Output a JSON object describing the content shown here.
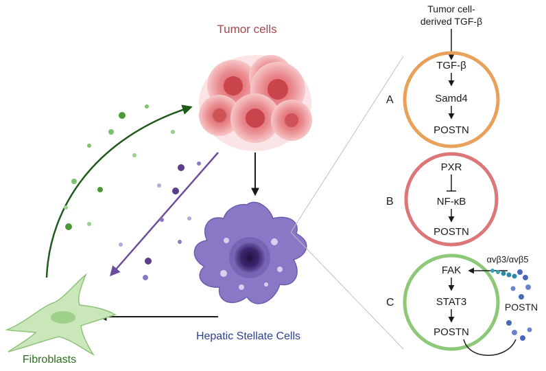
{
  "labels": {
    "tumor_cells": "Tumor cells",
    "hepatic_stellate_cells": "Hepatic Stellate Cells",
    "fibroblasts": "Fibroblasts",
    "tgf_source_line1": "Tumor cell-",
    "tgf_source_line2": "derived TGF-β"
  },
  "pathways": [
    {
      "letter": "A",
      "color": "#e8a05a",
      "nodes": [
        "TGF-β",
        "Samd4",
        "POSTN"
      ]
    },
    {
      "letter": "B",
      "color": "#dc7678",
      "nodes": [
        "PXR",
        "NF-κB",
        "POSTN"
      ]
    },
    {
      "letter": "C",
      "color": "#8cc878",
      "nodes": [
        "FAK",
        "STAT3",
        "POSTN"
      ]
    }
  ],
  "integrin_label": "αvβ3/αvβ5",
  "postn_extracellular": "POSTN",
  "colors": {
    "tumor": "#e98a8f",
    "stellate": "#8a78c6",
    "fibroblast": "#c9e7b8",
    "green_arrow": "#1f5a1a",
    "purple_arrow": "#6a4d9c",
    "tumor_text": "#a8454a",
    "stellate_text": "#2f3f8f",
    "fibro_text": "#2d6a1e",
    "postn_dots": "#4a66b8"
  }
}
